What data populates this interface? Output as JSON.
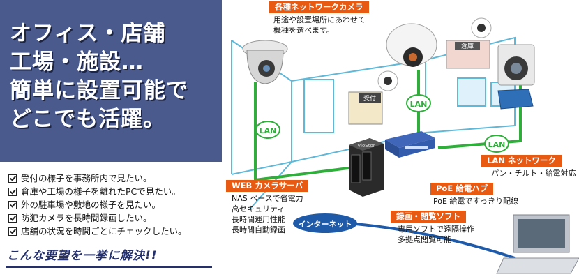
{
  "headline": {
    "lines": [
      "オフィス・店舗",
      "工場・施設…",
      "簡単に設置可能で",
      "どこでも活躍。"
    ]
  },
  "needs": [
    "受付の様子を事務所内で見たい。",
    "倉庫や工場の様子を離れたPCで見たい。",
    "外の駐車場や敷地の様子を見たい。",
    "防犯カメラを長時間録画したい。",
    "店舗の状況を時間ごとにチェックしたい。"
  ],
  "solve": "こんな要望を一挙に解決!!",
  "callouts": {
    "camera": {
      "title": "各種ネットワークカメラ",
      "lines": [
        "用途や設置場所にあわせて",
        "機種を選べます。"
      ]
    },
    "lan_network": {
      "title": "LAN ネットワーク",
      "lines": [
        "パン・チルト・給電対応"
      ]
    },
    "web_server": {
      "title": "WEB カメラサーバ",
      "lines": [
        "NAS ベースで省電力",
        "高セキュリティ",
        "長時間運用性能",
        "長時間自動録画"
      ]
    },
    "poe_hub": {
      "title": "PoE 給電ハブ",
      "lines": [
        "PoE 給電ですっきり配線"
      ]
    },
    "software": {
      "title": "録画・閲覧ソフト",
      "lines": [
        "専用ソフトで遠隔操作",
        "多拠点閲覧可能"
      ]
    }
  },
  "scene_labels": {
    "lan_1": "LAN",
    "lan_2": "LAN",
    "lan_3": "LAN",
    "internet": "インターネット",
    "reception": "受付",
    "warehouse": "倉庫",
    "server_brand": "VioStor"
  },
  "colors": {
    "banner": "#4a5a8c",
    "accent_orange": "#e85a12",
    "lan_green": "#2fae3c",
    "internet_blue": "#1f5aa8",
    "wall_line": "#5fb8d8"
  }
}
